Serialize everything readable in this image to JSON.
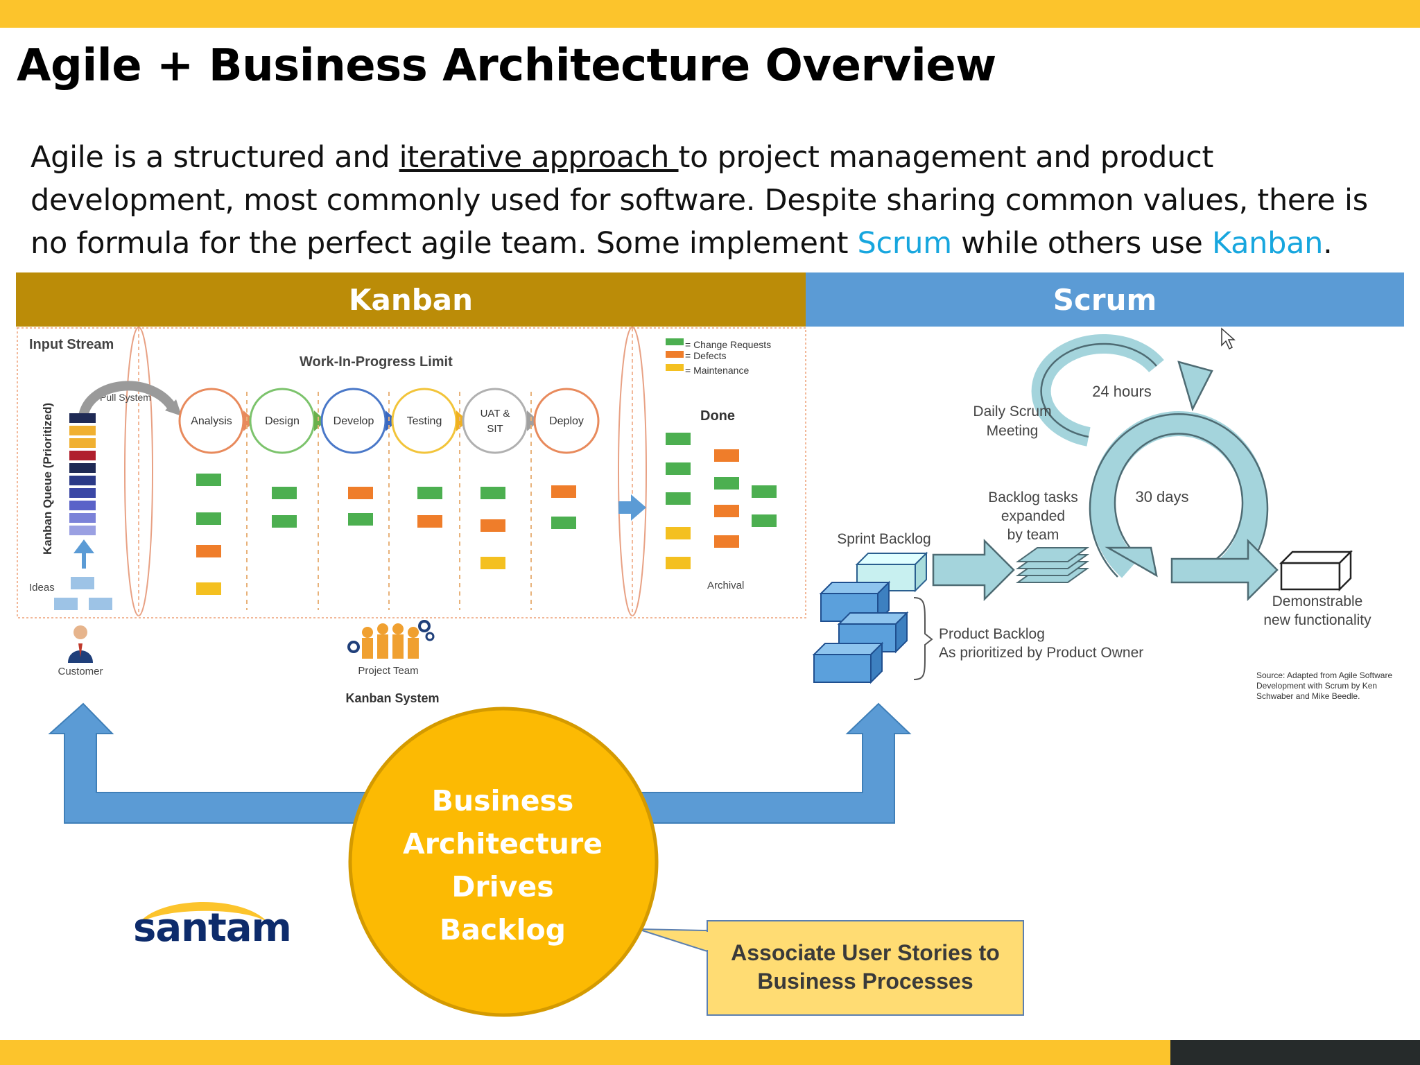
{
  "slide": {
    "title": "Agile + Business Architecture Overview",
    "intro": {
      "part1": "Agile is a structured and ",
      "underlined": "iterative approach ",
      "part2": "to project management and product development, most commonly used for software. Despite sharing common values, there is no formula for the perfect agile team. Some implement ",
      "scrum_link": "Scrum",
      "part3": " while others use ",
      "kanban_link": "Kanban",
      "part4": "."
    }
  },
  "kanban": {
    "header": "Kanban",
    "input_stream": "Input Stream",
    "wip_limit": "Work-In-Progress  Limit",
    "pull_system": "Pull System",
    "queue_label": "Kanban Queue (Prioritized)",
    "ideas": "Ideas",
    "stages": [
      "Analysis",
      "Design",
      "Develop",
      "Testing",
      "UAT &",
      "SIT",
      "Deploy"
    ],
    "legend": [
      "= Change Requests",
      "= Defects",
      "= Maintenance"
    ],
    "done": "Done",
    "archival": "Archival",
    "customer": "Customer",
    "project_team": "Project Team",
    "system": "Kanban System"
  },
  "scrum": {
    "header": "Scrum",
    "hours": "24 hours",
    "daily_meeting": [
      "Daily Scrum",
      "Meeting"
    ],
    "days": "30 days",
    "backlog_tasks": [
      "Backlog tasks",
      "expanded",
      "by team"
    ],
    "sprint_backlog": "Sprint Backlog",
    "product_backlog": [
      "Product Backlog",
      "As prioritized by Product Owner"
    ],
    "demonstrable": [
      "Demonstrable",
      "new functionality"
    ],
    "source": [
      "Source: Adapted from Agile Software",
      "Development with Scrum by Ken",
      "Schwaber and Mike Beedle."
    ]
  },
  "business_architecture": {
    "circle": "Business Architecture Drives Backlog",
    "callout": "Associate User Stories to Business Processes"
  },
  "brand": {
    "logo": "santam"
  },
  "colors": {
    "gold_bar": "#fcc42c",
    "kanban_header": "#bb8c08",
    "scrum_header": "#5b9bd5",
    "link": "#17a6de",
    "circle": "#fcba03",
    "callout": "#ffdc73",
    "arrow_blue": "#5b9bd5"
  }
}
